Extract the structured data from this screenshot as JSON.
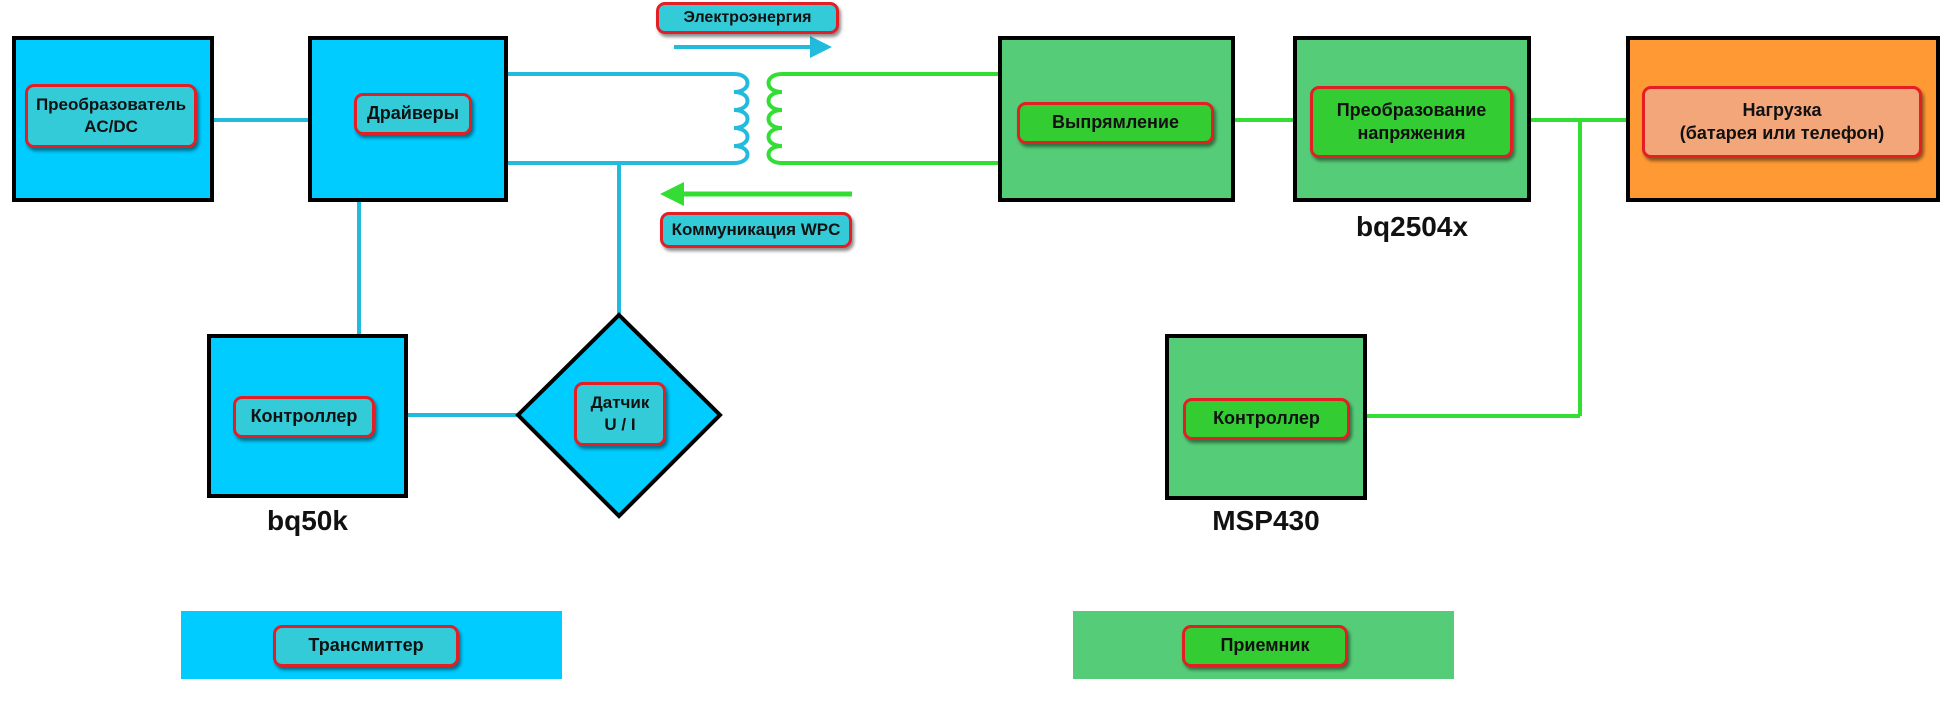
{
  "blocks": {
    "acdc": "Преобразователь\nAC/DC",
    "drivers": "Драйверы",
    "tx_controller": "Контроллер",
    "sensor": "Датчик\nU / I",
    "rectifier": "Выпрямление",
    "voltage_conversion": "Преобразование\nнапряжения",
    "load": "Нагрузка\n(батарея или телефон)",
    "rx_controller": "Контроллер"
  },
  "chips": {
    "tx": "bq50k",
    "rx_power": "bq2504x",
    "rx_mcu": "MSP430"
  },
  "flows": {
    "power": "Электроэнергия",
    "comm": "Коммуникация WPC"
  },
  "legend": {
    "transmitter": "Трансмиттер",
    "receiver": "Приемник"
  },
  "colors": {
    "transmitter": "#00ccff",
    "receiver": "#55cc77",
    "load": "#ff9933",
    "tx_wire": "#22bbdd",
    "rx_wire": "#33dd33",
    "pill_border": "#e31e24"
  }
}
